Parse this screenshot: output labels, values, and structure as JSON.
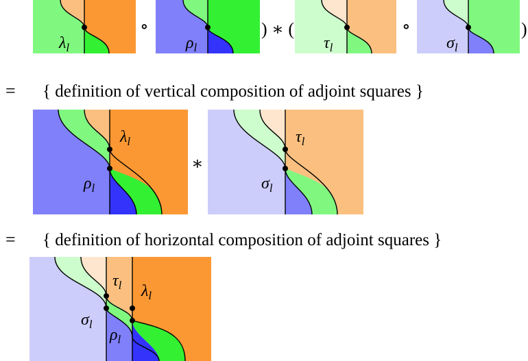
{
  "colors": {
    "light_green": "#80f880",
    "green": "#33f033",
    "orange": "#fb9833",
    "light_orange": "#fbc080",
    "pale_orange": "#fde6cd",
    "pale_green": "#cdfdcd",
    "blue": "#8080fb",
    "dark_blue": "#3333fb",
    "lavender": "#cdcdfb"
  },
  "labels": {
    "lambda": "λ",
    "rho": "ρ",
    "tau": "τ",
    "sigma": "σ",
    "subscript": "l"
  },
  "operators": {
    "circ": "∘",
    "star": "∗",
    "close_paren_star_open": ") ∗ (",
    "close_paren": ")",
    "equals": "="
  },
  "steps": [
    {
      "hint": "{ definition of vertical composition of adjoint squares }"
    },
    {
      "hint": "{ definition of horizontal composition of adjoint squares }"
    }
  ]
}
